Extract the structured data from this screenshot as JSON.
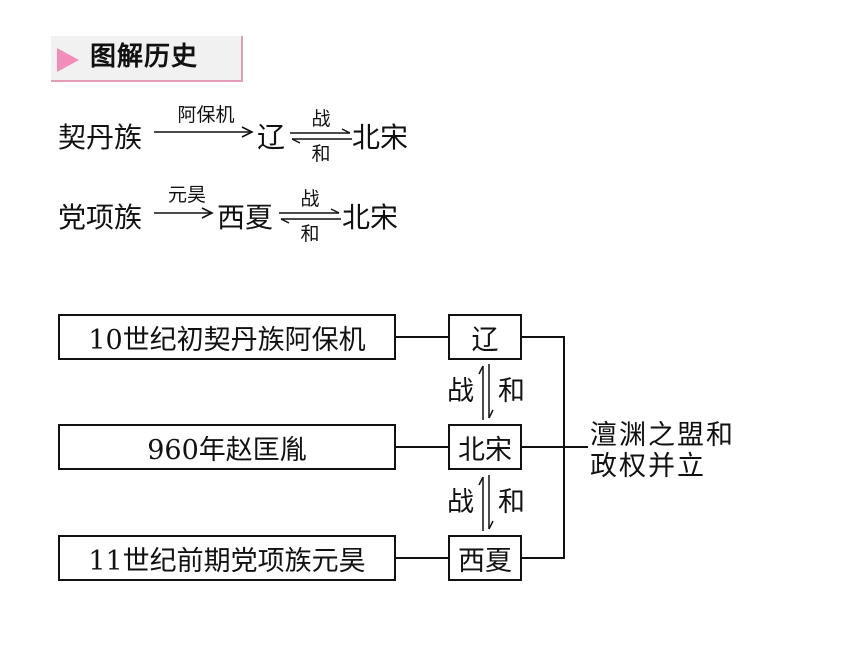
{
  "header": {
    "title": "图解历史"
  },
  "flow": {
    "row1": {
      "origin": "契丹族",
      "via": "阿保机",
      "state": "辽",
      "relation_top": "战",
      "relation_bottom": "和",
      "rival": "北宋"
    },
    "row2": {
      "origin": "党项族",
      "via": "元昊",
      "state": "西夏",
      "relation_top": "战",
      "relation_bottom": "和",
      "rival": "北宋"
    }
  },
  "diagram": {
    "events": [
      "10世纪初契丹族阿保机",
      "960年赵匡胤",
      "11世纪前期党项族元昊"
    ],
    "states": [
      "辽",
      "北宋",
      "西夏"
    ],
    "relations": [
      {
        "left": "战",
        "right": "和"
      },
      {
        "left": "战",
        "right": "和"
      }
    ],
    "result_lines": [
      "澶渊之盟和",
      "政权并立"
    ]
  }
}
